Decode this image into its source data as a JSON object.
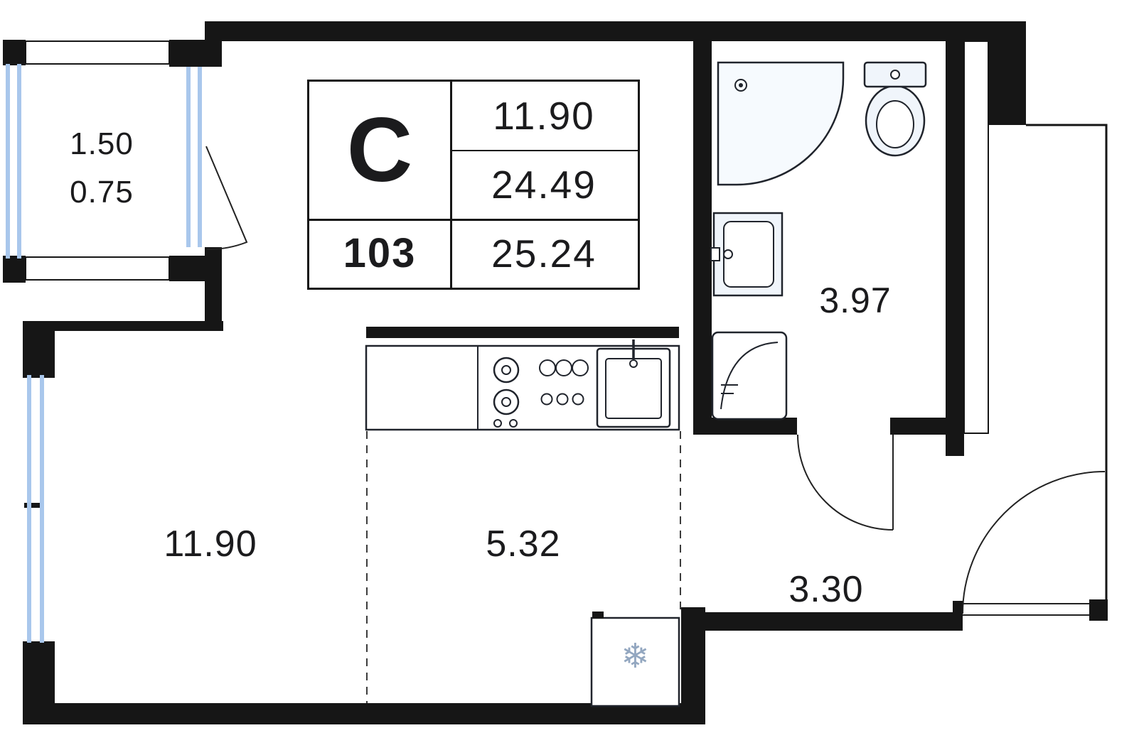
{
  "palette": {
    "wall": "#161616",
    "window_glass": "#a9c7ec",
    "fixture_tint": "#f0f5fb",
    "snowflake": "#93a7c0",
    "text": "#1b1b1d"
  },
  "info_card": {
    "type_letter": "С",
    "living_area": "11.90",
    "area_no_balcony": "24.49",
    "unit_number": "103",
    "total_area": "25.24"
  },
  "labels": {
    "balcony_area_full": "1.50",
    "balcony_area_reduced": "0.75",
    "bathroom_area": "3.97",
    "living_area": "11.90",
    "kitchen_area": "5.32",
    "hall_area": "3.30"
  },
  "icons": {
    "fridge_snowflake": "❄"
  }
}
